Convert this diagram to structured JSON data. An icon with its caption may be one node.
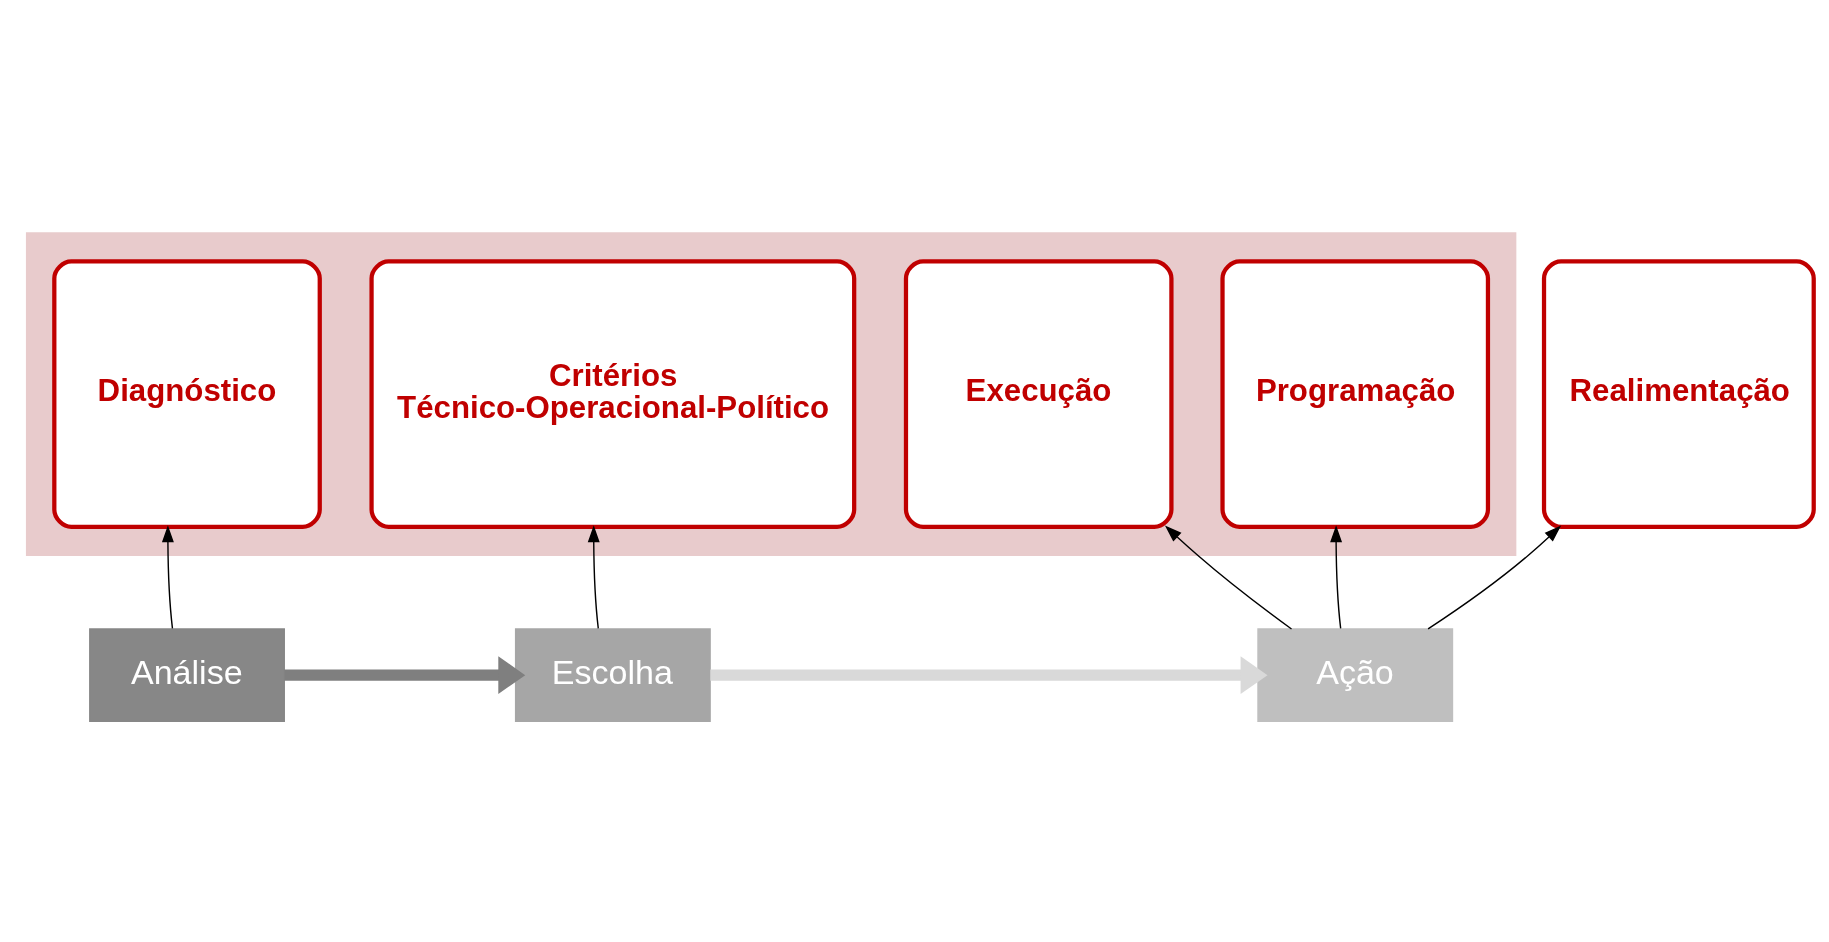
{
  "diagram": {
    "nodes": [
      {
        "text": [],
        "shape": "arrow"
      },
      {
        "text": [
          "Diagnóstico"
        ],
        "in": 0
      },
      {
        "text": [
          "Critérios Técnico-Operacional-Político"
        ],
        "in": 0
      },
      {
        "text": [
          "Programação"
        ],
        "in": 0
      },
      {
        "text": [
          "Execução"
        ],
        "in": 0
      },
      {
        "text": [
          "Realimentação"
        ]
      },
      {
        "text": [
          "Análise"
        ]
      },
      {
        "text": [
          "Escolha"
        ]
      },
      {
        "text": [
          "Ação"
        ]
      }
    ],
    "edges": [
      {
        "from": 6,
        "to": 7,
        "arrow": "to",
        "style": "thick",
        "color": "#7f7f7f"
      },
      {
        "from": 7,
        "to": 8,
        "arrow": "to",
        "style": "thick",
        "color": "#d9d9d9"
      },
      {
        "from": 6,
        "to": 1,
        "arrow": "to"
      },
      {
        "from": 7,
        "to": 2,
        "arrow": "to"
      },
      {
        "from": 8,
        "to": 3,
        "arrow": "to"
      },
      {
        "from": 8,
        "to": 4,
        "arrow": "to"
      },
      {
        "from": 8,
        "to": 5,
        "arrow": "to"
      }
    ]
  }
}
